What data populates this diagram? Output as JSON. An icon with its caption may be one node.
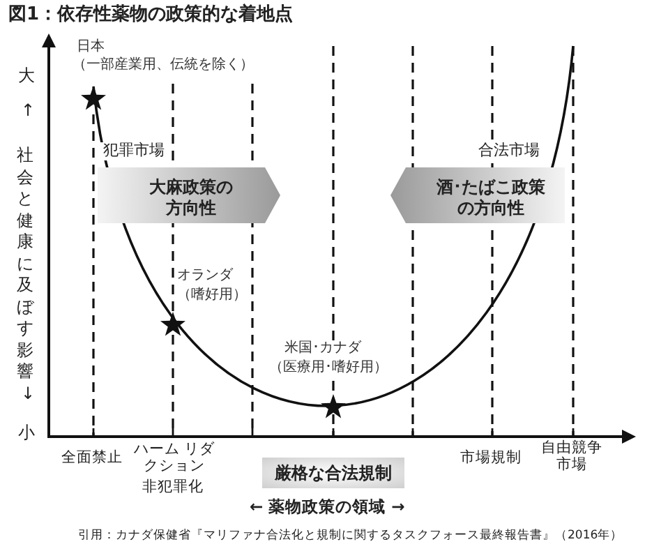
{
  "diagram": {
    "title": "図1：依存性薬物の政策的な着地点",
    "nodes": [
      {
        "text": [
          "犯罪市場",
          "大麻政策の方向性"
        ]
      },
      {
        "text": [
          "合法市場",
          "酒･たばこ政策の方向性"
        ]
      },
      {
        "text": [
          "厳格な合法規制"
        ]
      }
    ],
    "edges": [],
    "labels": [
      "大",
      "↑",
      "社会と健康に及ぼす影響",
      "↓",
      "小",
      "日本",
      "（一部産業用、伝統を除く）",
      "オランダ",
      "（嗜好用）",
      "米国･カナダ",
      "（医療用･嗜好用）",
      "全面禁止",
      "ハーム リダクション",
      "非犯罪化",
      "市場規制",
      "自由競争市場",
      "← 薬物政策の領域 →",
      "引用：カナダ保健省『マリファナ合法化と規制に関するタスクフォース最終報告書』（2016年）"
    ]
  }
}
